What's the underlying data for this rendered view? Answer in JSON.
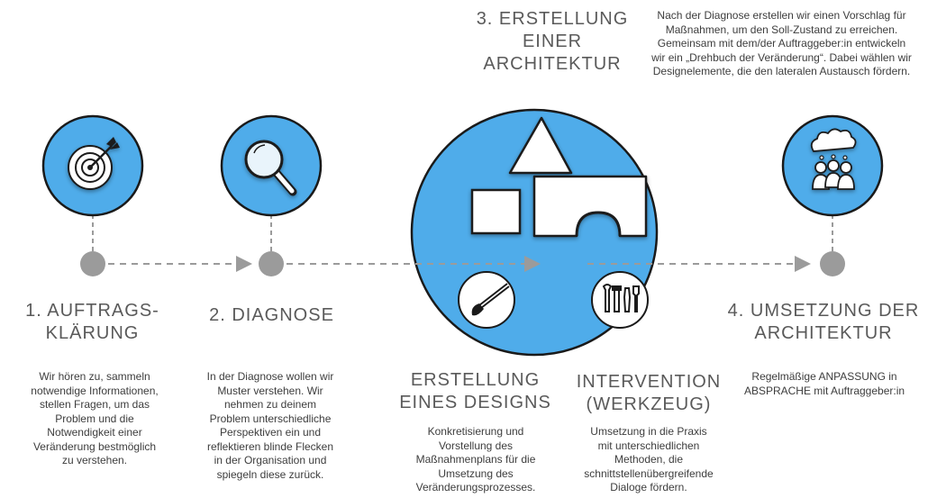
{
  "colors": {
    "accent": "#4facea",
    "dot": "#9b9b9b",
    "line": "#9b9b9b",
    "ink": "#1a1a1a"
  },
  "steps": [
    {
      "title": "1. AUFTRAGS-\nKLÄRUNG",
      "text": "Wir hören zu, sammeln\nnotwendige Informationen,\nstellen Fragen, um das\nProblem und die\nNotwendigkeit einer\nVeränderung bestmöglich\nzu verstehen.",
      "icon": "target-icon"
    },
    {
      "title": "2. DIAGNOSE",
      "text": "In der Diagnose wollen wir\nMuster verstehen. Wir\nnehmen zu deinem\nProblem unterschiedliche\nPerspektiven ein und\nreflektieren blinde Flecken\nin der Organisation und\nspiegeln diese zurück.",
      "icon": "magnifier-icon"
    },
    {
      "title": "3. ERSTELLUNG\nEINER\nARCHITEKTUR",
      "text": "Nach der Diagnose erstellen wir einen Vorschlag für\nMaßnahmen, um den Soll-Zustand zu erreichen.\nGemeinsam mit dem/der Auftraggeber:in entwickeln\nwir ein „Drehbuch der Veränderung“. Dabei wählen wir\nDesignelemente, die den lateralen Austausch fördern.",
      "icon": "building-blocks-icon"
    },
    {
      "title": "4. UMSETZUNG DER\nARCHITEKTUR",
      "text": "Regelmäßige ANPASSUNG in\nABSPRACHE mit Auftraggeber:in",
      "icon": "team-cloud-icon"
    }
  ],
  "substeps": [
    {
      "title": "ERSTELLUNG\nEINES DESIGNS",
      "text": "Konkretisierung und\nVorstellung des\nMaßnahmenplans für die\nUmsetzung des\nVeränderungsprozesses.",
      "icon": "brush-icon"
    },
    {
      "title": "INTERVENTION\n(WERKZEUG)",
      "text": "Umsetzung in die Praxis\nmit unterschiedlichen\nMethoden, die\nschnittstellenübergreifende\nDialoge fördern.",
      "icon": "tools-icon"
    }
  ]
}
